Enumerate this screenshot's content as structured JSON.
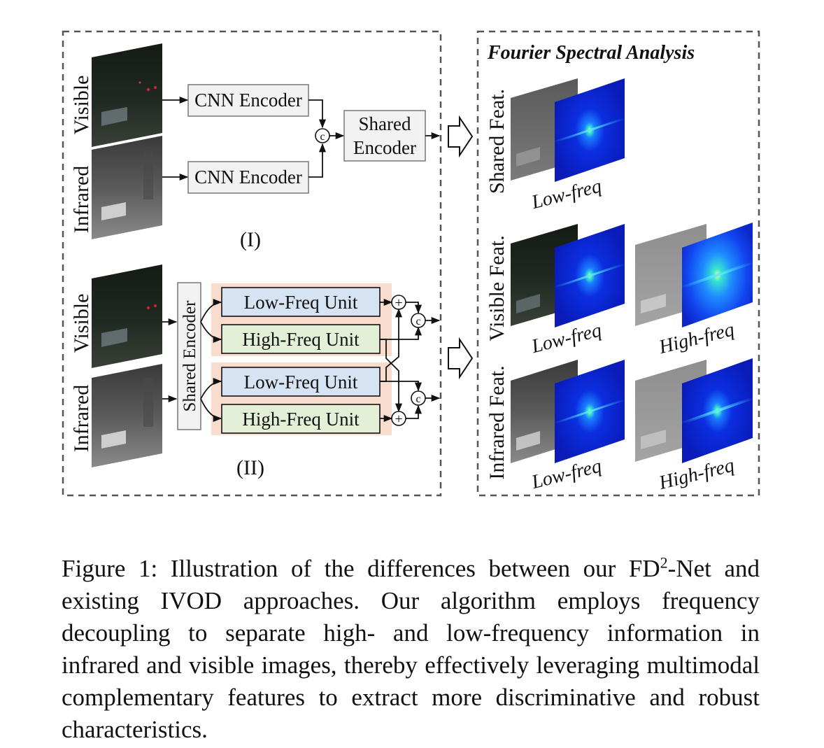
{
  "panel1": {
    "label": "(I)",
    "visible_label": "Visible",
    "infrared_label": "Infrared",
    "cnn_encoder_top": "CNN Encoder",
    "cnn_encoder_bottom": "CNN Encoder",
    "concat_symbol": "c",
    "shared_encoder_line1": "Shared",
    "shared_encoder_line2": "Encoder"
  },
  "panel2": {
    "label": "(II)",
    "visible_label": "Visible",
    "infrared_label": "Infrared",
    "shared_encoder": "Shared Encoder",
    "low_freq_unit_top": "Low-Freq Unit",
    "high_freq_unit_top": "High-Freq Unit",
    "low_freq_unit_bottom": "Low-Freq Unit",
    "high_freq_unit_bottom": "High-Freq Unit",
    "add_symbol": "+",
    "concat_symbol": "c"
  },
  "spectral": {
    "title": "Fourier Spectral Analysis",
    "shared_feat": "Shared Feat.",
    "visible_feat": "Visible Feat.",
    "infrared_feat": "Infrared Feat.",
    "low_freq": "Low-freq",
    "high_freq": "High-freq"
  },
  "caption": {
    "prefix": "Figure 1: Illustration of the differences between our FD",
    "superscript": "2",
    "suffix": "-Net and existing IVOD approaches. Our algorithm employs frequency decoupling to separate high- and low-frequency information in infrared and visible images, thereby effectively leveraging multimodal complementary features to extract more discriminative and robust characteristics."
  },
  "colors": {
    "low_freq_box": "#d6e3f3",
    "high_freq_box": "#e3efd6",
    "freq_group_bg": "#f8dccd",
    "encoder_box": "#f2f2f2",
    "spectrum_blue": "#0a1fd6"
  }
}
